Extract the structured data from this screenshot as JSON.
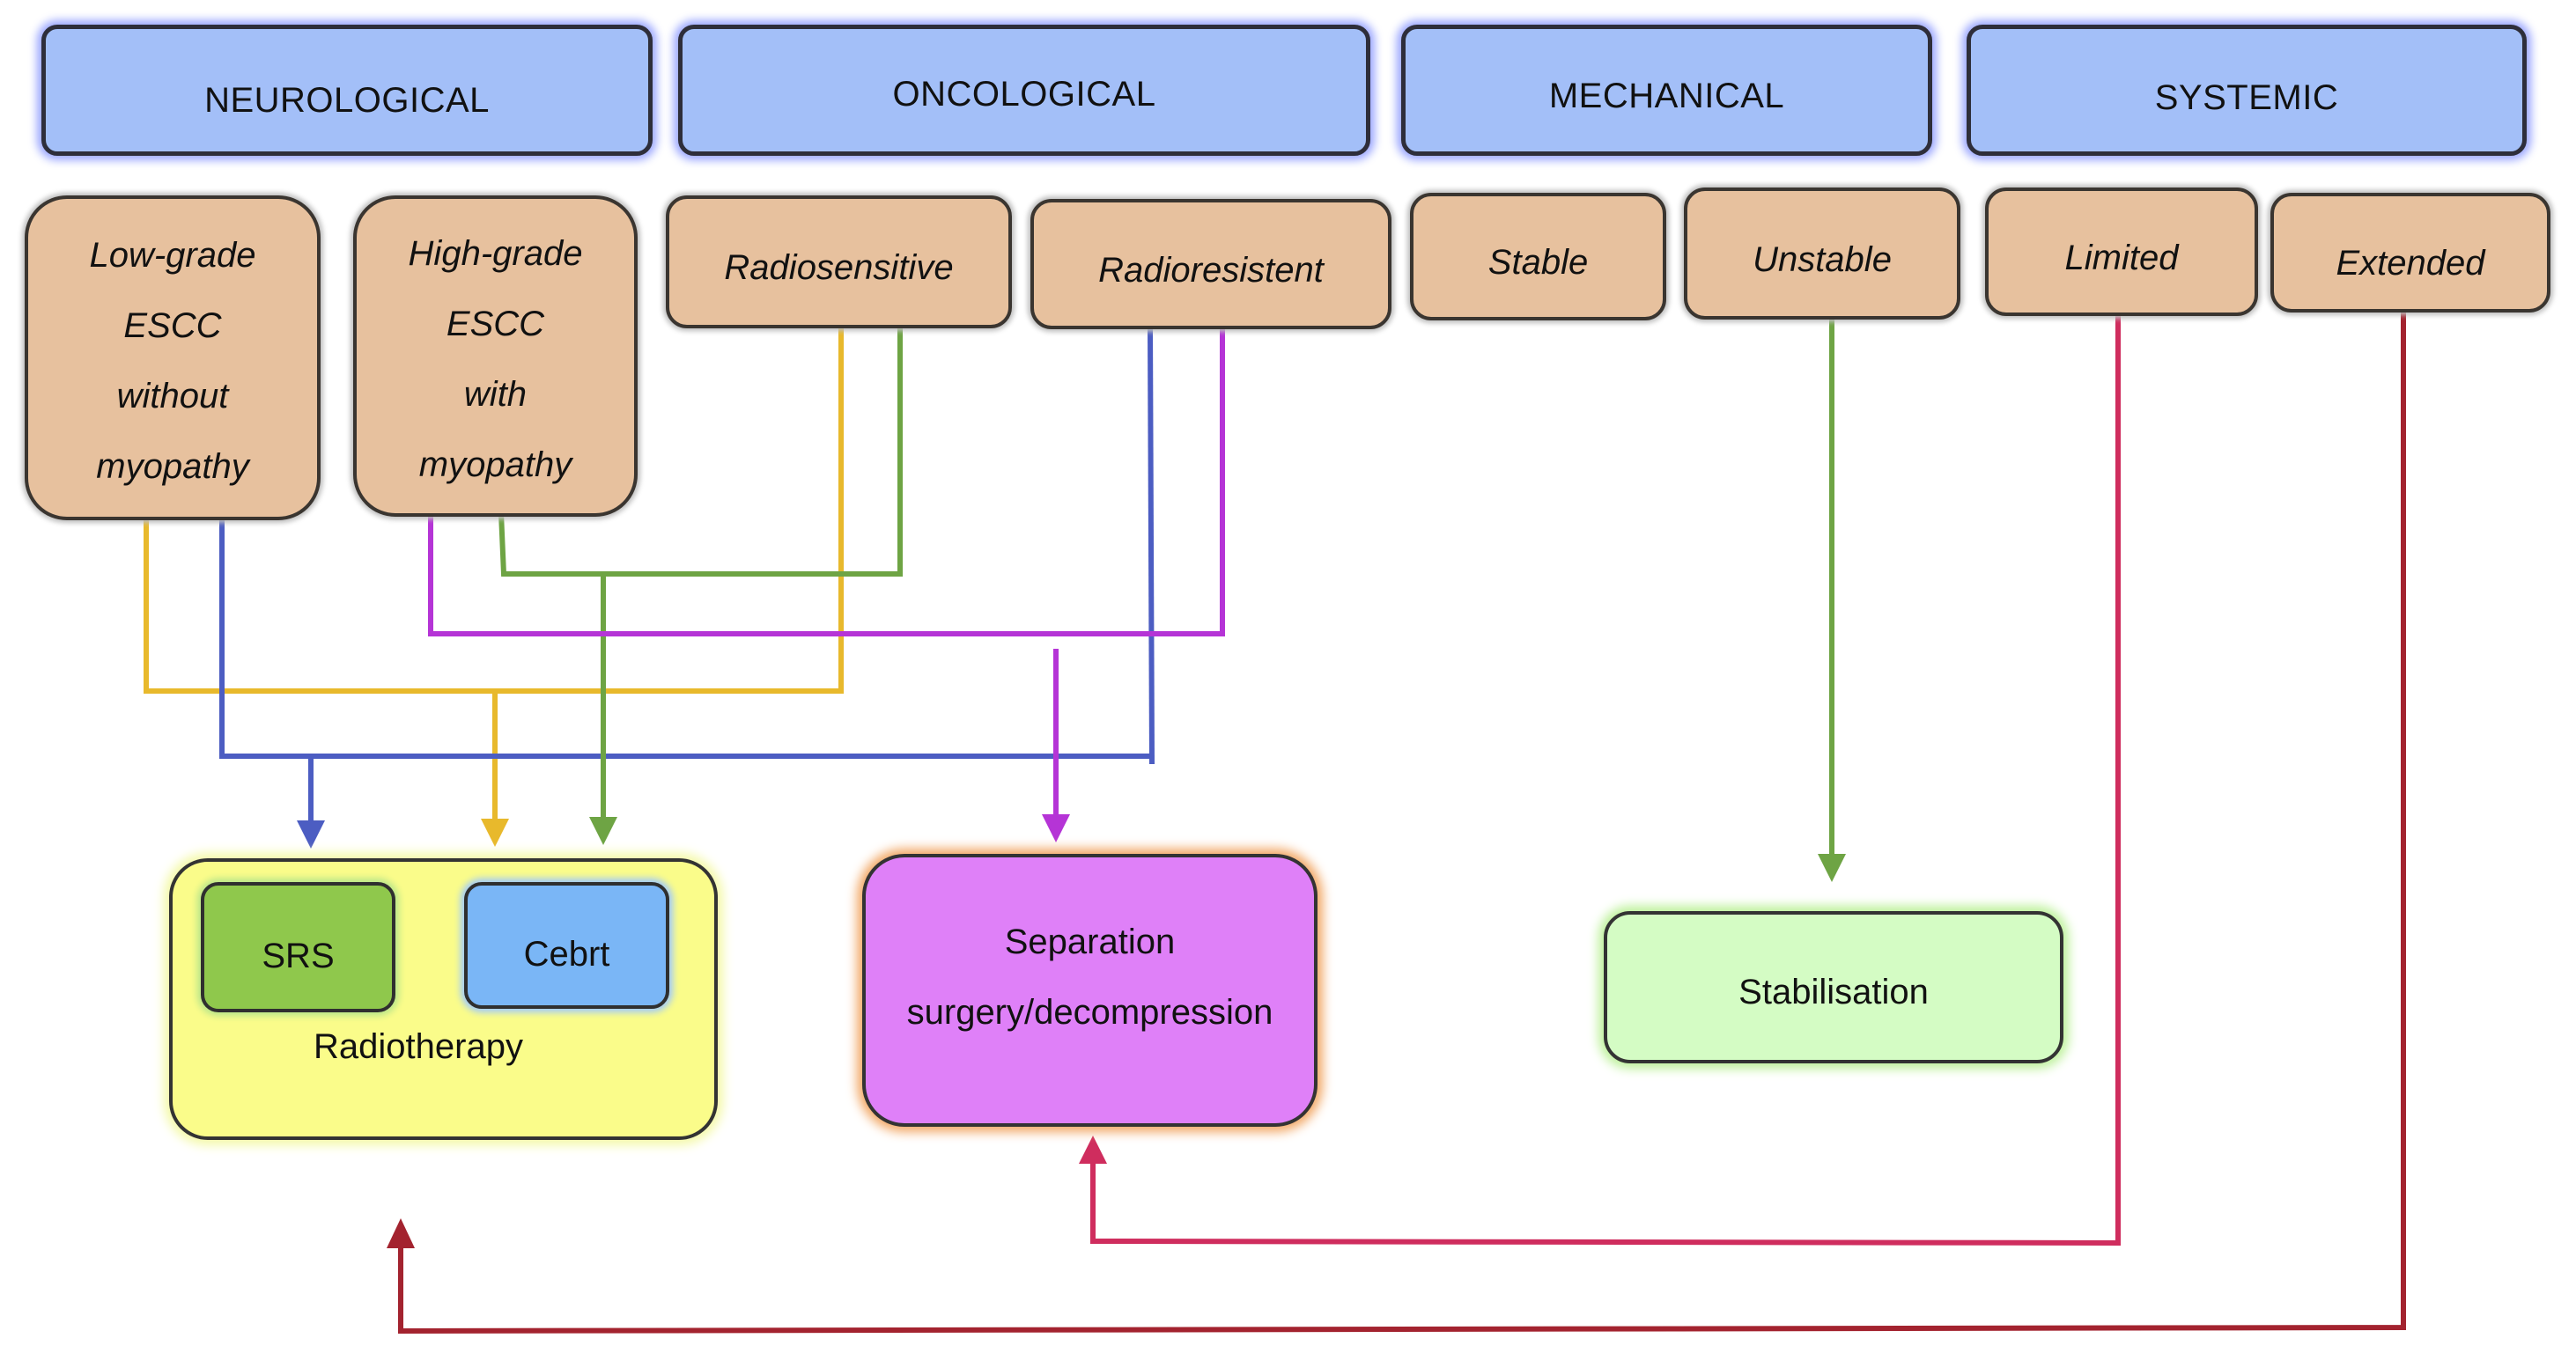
{
  "headers": [
    "NEUROLOGICAL",
    "ONCOLOGICAL",
    "MECHANICAL",
    "SYSTEMIC"
  ],
  "criteria": {
    "low_grade": [
      "Low-grade",
      "ESCC",
      "without",
      "myopathy"
    ],
    "high_grade": [
      "High-grade",
      "ESCC",
      "with",
      "myopathy"
    ],
    "radiosensitive": "Radiosensitive",
    "radioresistent": "Radioresistent",
    "stable": "Stable",
    "unstable": "Unstable",
    "limited": "Limited",
    "extended": "Extended"
  },
  "treatments": {
    "radiotherapy": {
      "label": "Radiotherapy",
      "srs": "SRS",
      "cebrt": "Cebrt"
    },
    "separation": [
      "Separation",
      "surgery/decompression"
    ],
    "stabilisation": "Stabilisation"
  },
  "colors": {
    "header_fill": "#a3bff8",
    "criterion_fill": "#e7c19e",
    "radiotherapy_fill": "#fafc8a",
    "srs_fill": "#8fc84c",
    "cebrt_fill": "#7ab6f6",
    "separation_fill": "#df80f8",
    "stabilisation_fill": "#d4fcc4",
    "connector_yellow": "#e8b92c",
    "connector_blue": "#4c5dc2",
    "connector_green": "#6ea444",
    "connector_purple": "#b534d6",
    "connector_crimson": "#cf2d5e",
    "connector_darkred": "#a3232f"
  }
}
